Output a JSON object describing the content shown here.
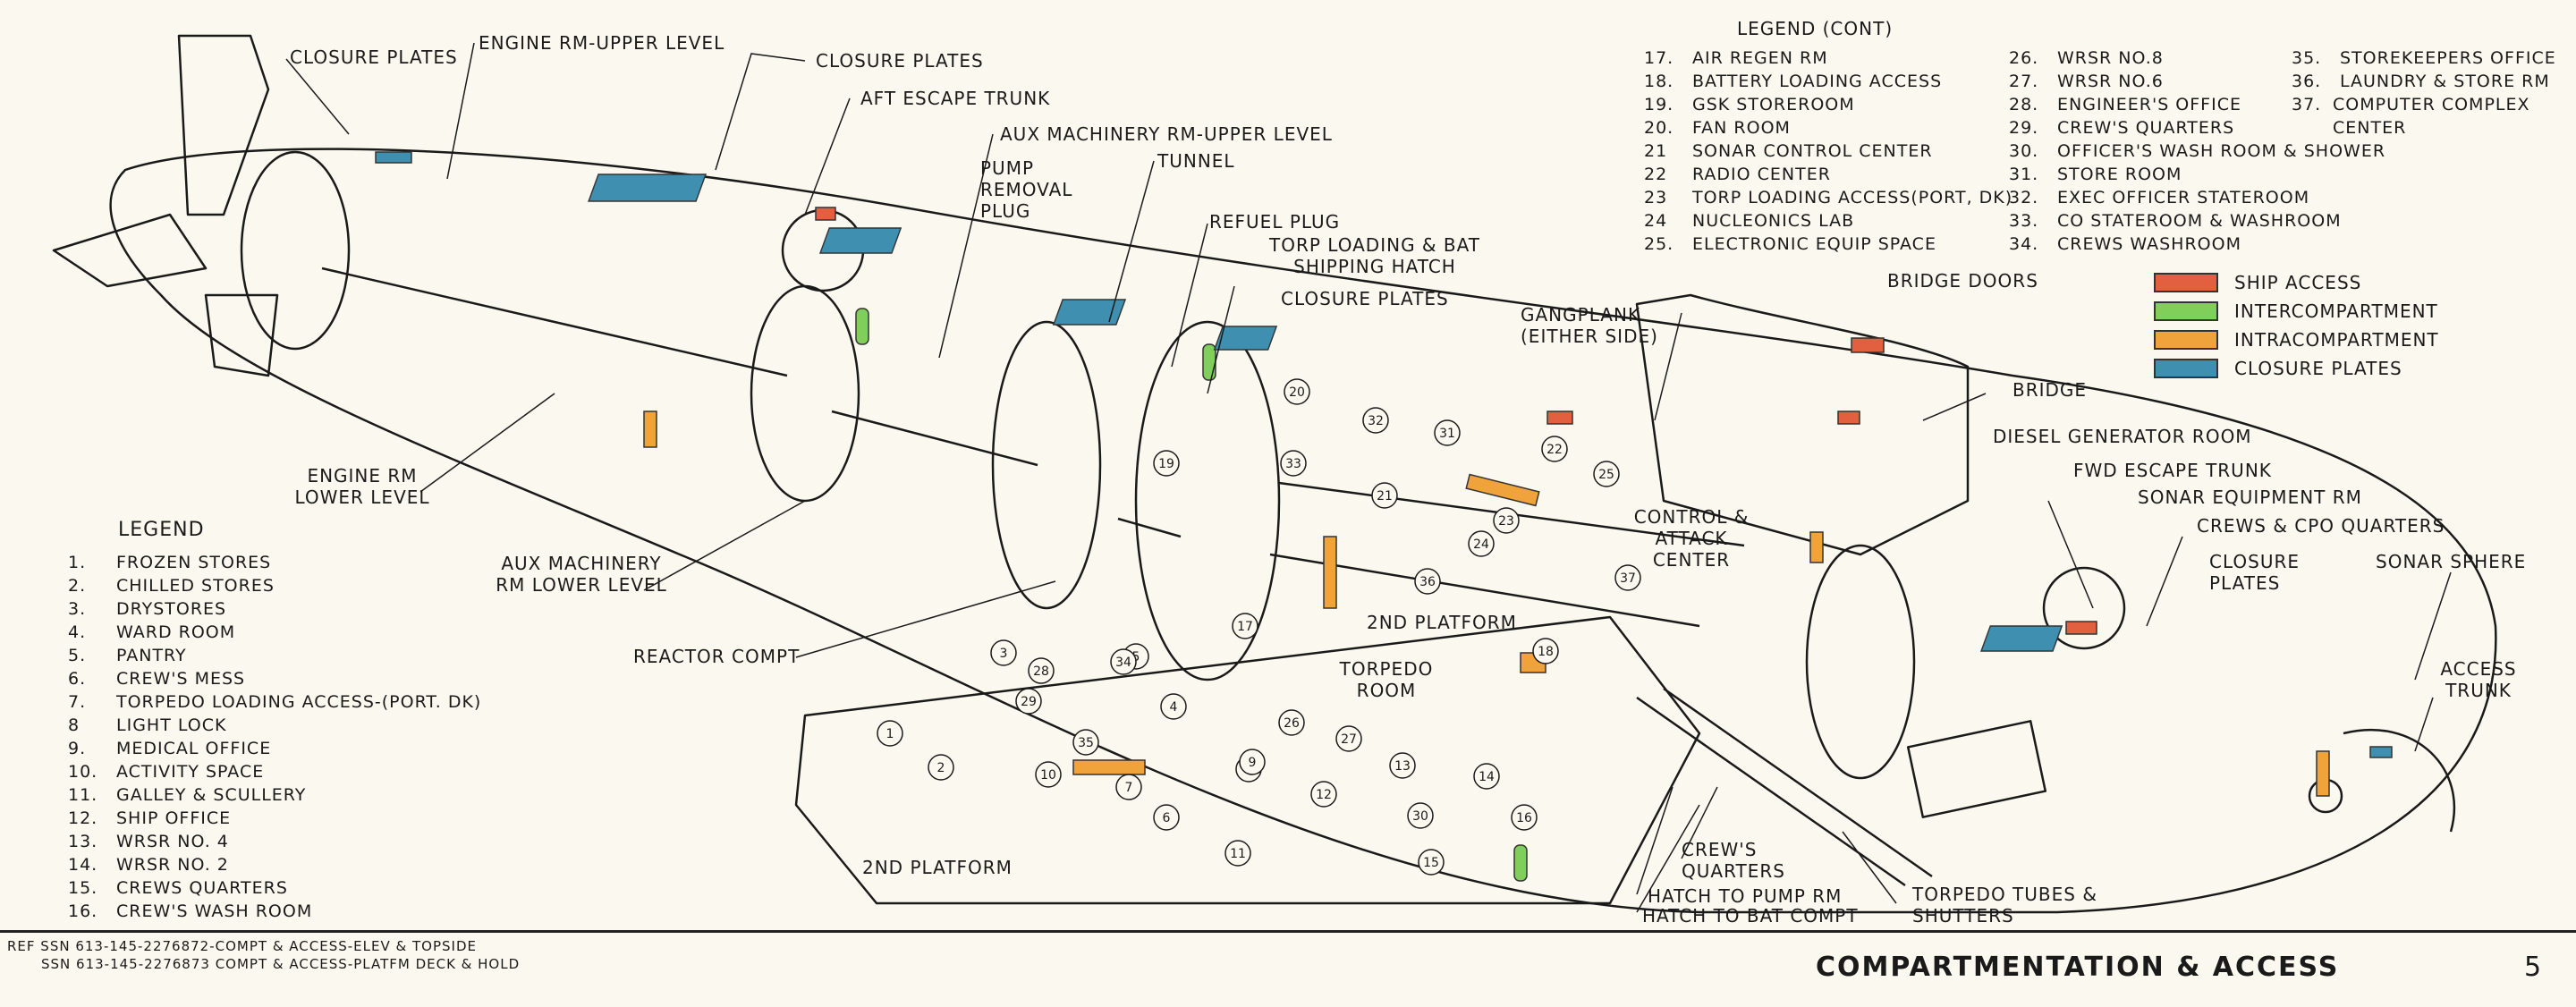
{
  "legend": {
    "title": "LEGEND",
    "items": [
      {
        "num": "1.",
        "label": "FROZEN STORES"
      },
      {
        "num": "2.",
        "label": "CHILLED STORES"
      },
      {
        "num": "3.",
        "label": "DRYSTORES"
      },
      {
        "num": "4.",
        "label": "WARD ROOM"
      },
      {
        "num": "5.",
        "label": "PANTRY"
      },
      {
        "num": "6.",
        "label": "CREW'S MESS"
      },
      {
        "num": "7.",
        "label": "TORPEDO LOADING ACCESS-(PORT. DK)"
      },
      {
        "num": "8",
        "label": "LIGHT LOCK"
      },
      {
        "num": "9.",
        "label": "MEDICAL OFFICE"
      },
      {
        "num": "10.",
        "label": "ACTIVITY SPACE"
      },
      {
        "num": "11.",
        "label": "GALLEY & SCULLERY"
      },
      {
        "num": "12.",
        "label": "SHIP OFFICE"
      },
      {
        "num": "13.",
        "label": "WRSR NO. 4"
      },
      {
        "num": "14.",
        "label": "WRSR NO. 2"
      },
      {
        "num": "15.",
        "label": "CREWS QUARTERS"
      },
      {
        "num": "16.",
        "label": "CREW'S WASH ROOM"
      }
    ]
  },
  "legend_cont": {
    "title": "LEGEND (CONT)",
    "col1": [
      {
        "num": "17.",
        "label": "AIR REGEN RM"
      },
      {
        "num": "18.",
        "label": "BATTERY LOADING ACCESS"
      },
      {
        "num": "19.",
        "label": "GSK STOREROOM"
      },
      {
        "num": "20.",
        "label": "FAN ROOM"
      },
      {
        "num": "21",
        "label": "SONAR CONTROL CENTER"
      },
      {
        "num": "22",
        "label": "RADIO CENTER"
      },
      {
        "num": "23",
        "label": "TORP LOADING ACCESS(PORT, DK)"
      },
      {
        "num": "24",
        "label": "NUCLEONICS LAB"
      },
      {
        "num": "25.",
        "label": "ELECTRONIC EQUIP SPACE"
      }
    ],
    "col2": [
      {
        "num": "26.",
        "label": "WRSR NO.8"
      },
      {
        "num": "27.",
        "label": "WRSR NO.6"
      },
      {
        "num": "28.",
        "label": "ENGINEER'S OFFICE"
      },
      {
        "num": "29.",
        "label": "CREW'S QUARTERS"
      },
      {
        "num": "30.",
        "label": "OFFICER'S WASH ROOM & SHOWER"
      },
      {
        "num": "31.",
        "label": "STORE ROOM"
      },
      {
        "num": "32.",
        "label": "EXEC OFFICER STATEROOM"
      },
      {
        "num": "33.",
        "label": "CO STATEROOM & WASHROOM"
      },
      {
        "num": "34.",
        "label": "CREWS WASHROOM"
      }
    ],
    "col3": [
      {
        "num": "35.",
        "label": "STOREKEEPERS OFFICE"
      },
      {
        "num": "36.",
        "label": "LAUNDRY & STORE RM"
      },
      {
        "num": "37.",
        "label": "COMPUTER COMPLEX CENTER"
      }
    ]
  },
  "color_key": [
    {
      "label": "SHIP ACCESS",
      "color": "#e2603f"
    },
    {
      "label": "INTERCOMPARTMENT",
      "color": "#7fcf5a"
    },
    {
      "label": "INTRACOMPARTMENT",
      "color": "#f0a33a"
    },
    {
      "label": "CLOSURE PLATES",
      "color": "#3f8fb0"
    }
  ],
  "labels": {
    "closure_plates_1": "CLOSURE PLATES",
    "engine_rm_upper": "ENGINE RM-UPPER LEVEL",
    "closure_plates_2": "CLOSURE PLATES",
    "aft_escape_trunk": "AFT ESCAPE TRUNK",
    "aux_mach_upper": "AUX MACHINERY RM-UPPER LEVEL",
    "pump_removal_plug": "PUMP REMOVAL PLUG",
    "tunnel": "TUNNEL",
    "refuel_plug": "REFUEL PLUG",
    "torp_loading_hatch": "TORP LOADING & BAT SHIPPING HATCH",
    "closure_plates_3": "CLOSURE PLATES",
    "gangplank": "GANGPLANK",
    "gangplank_sub": "(EITHER SIDE)",
    "bridge_doors": "BRIDGE DOORS",
    "bridge": "BRIDGE",
    "diesel_gen_room": "DIESEL GENERATOR ROOM",
    "fwd_escape_trunk": "FWD ESCAPE TRUNK",
    "sonar_equip_rm": "SONAR EQUIPMENT RM",
    "crews_cpo_quarters": "CREWS & CPO QUARTERS",
    "closure_plates_4": "CLOSURE PLATES",
    "sonar_sphere": "SONAR SPHERE",
    "access_trunk": "ACCESS TRUNK",
    "engine_rm_lower": "ENGINE RM LOWER LEVEL",
    "aux_mach_lower": "AUX MACHINERY RM LOWER LEVEL",
    "reactor_compt": "REACTOR COMPT",
    "control_attack": "CONTROL & ATTACK CENTER",
    "second_platform_1": "2ND PLATFORM",
    "torpedo_room": "TORPEDO ROOM",
    "second_platform_2": "2ND PLATFORM",
    "crews_quarters": "CREW'S QUARTERS",
    "hatch_pump_rm": "HATCH TO PUMP RM",
    "hatch_bat_compt": "HATCH TO BAT COMPT",
    "torpedo_tubes": "TORPEDO TUBES & SHUTTERS"
  },
  "compartment_numbers": [
    "1",
    "2",
    "3",
    "4",
    "5",
    "6",
    "7",
    "8",
    "9",
    "10",
    "11",
    "12",
    "13",
    "14",
    "15",
    "16",
    "17",
    "18",
    "19",
    "20",
    "21",
    "22",
    "23",
    "24",
    "25",
    "26",
    "27",
    "28",
    "29",
    "30",
    "31",
    "32",
    "33",
    "34",
    "35",
    "36",
    "37"
  ],
  "refs": {
    "line1": "REF SSN 613-145-2276872-COMPT & ACCESS-ELEV & TOPSIDE",
    "line2": "SSN 613-145-2276873 COMPT & ACCESS-PLATFM DECK & HOLD"
  },
  "footer": {
    "title": "COMPARTMENTATION & ACCESS",
    "page": "5"
  }
}
